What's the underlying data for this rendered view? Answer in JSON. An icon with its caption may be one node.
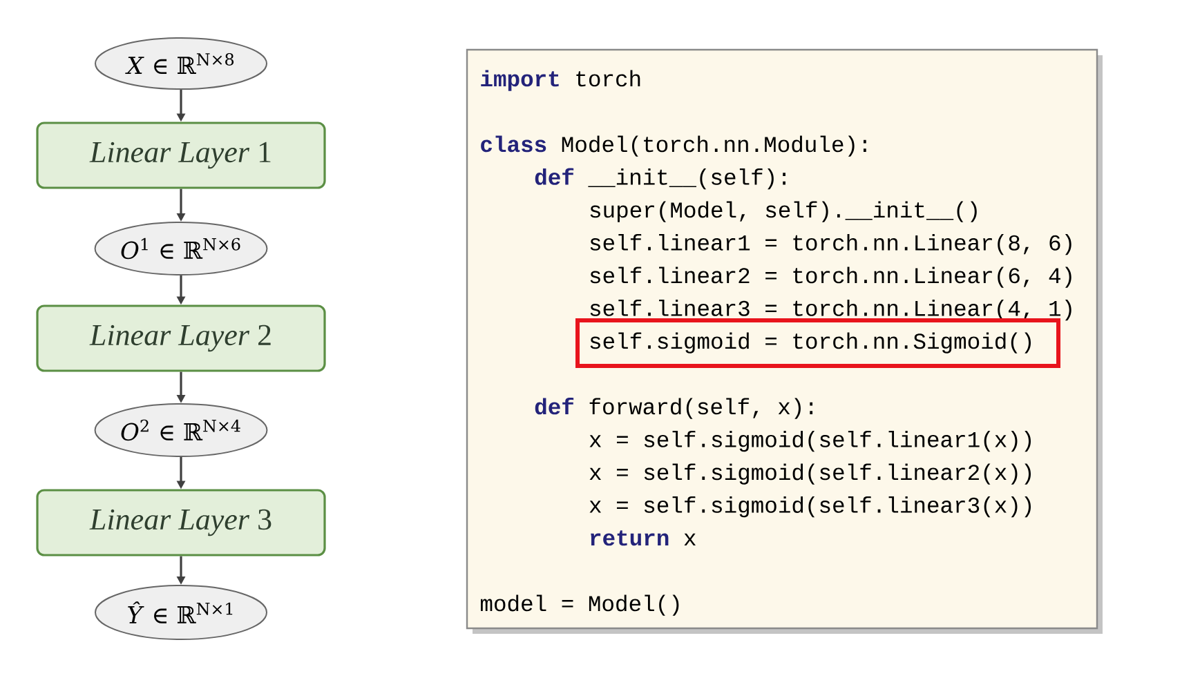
{
  "diagram": {
    "nodes": [
      {
        "text": [
          "*X* ∈ ℝ$^{N×8}$"
        ]
      },
      {
        "text": [
          "*Linear Layer* 1"
        ]
      },
      {
        "text": [
          "*O*$^{1}$ ∈ ℝ$^{N×6}$"
        ]
      },
      {
        "text": [
          "*Linear Layer* 2"
        ]
      },
      {
        "text": [
          "*O*$^{2}$ ∈ ℝ$^{N×4}$"
        ]
      },
      {
        "text": [
          "*Linear Layer* 3"
        ]
      },
      {
        "text": [
          "*Ŷ* ∈ ℝ$^{N×1}$"
        ]
      },
      {
        "text": [
          "**import** torch",
          "**class** Model(torch.nn.Module):",
          "**def** __init__(self):",
          "super(Model, self).__init__()",
          "self.linear1 = torch.nn.Linear(8, 6)",
          "self.linear2 = torch.nn.Linear(6, 4)",
          "self.linear3 = torch.nn.Linear(4, 1)",
          "**def** forward(self, x):",
          "x = self.sigmoid(self.linear1(x))",
          "x = self.sigmoid(self.linear2(x))",
          "x = self.sigmoid(self.linear3(x))",
          "**return** x",
          "model = Model()"
        ]
      },
      {
        "text": [
          "self.sigmoid = torch.nn.Sigmoid()"
        ],
        "in": 7
      }
    ],
    "edges": [
      {
        "from": 0,
        "to": 1,
        "arrow": "to"
      },
      {
        "from": 1,
        "to": 2,
        "arrow": "to"
      },
      {
        "from": 2,
        "to": 3,
        "arrow": "to"
      },
      {
        "from": 3,
        "to": 4,
        "arrow": "to"
      },
      {
        "from": 4,
        "to": 5,
        "arrow": "to"
      },
      {
        "from": 5,
        "to": 6,
        "arrow": "to"
      }
    ]
  }
}
